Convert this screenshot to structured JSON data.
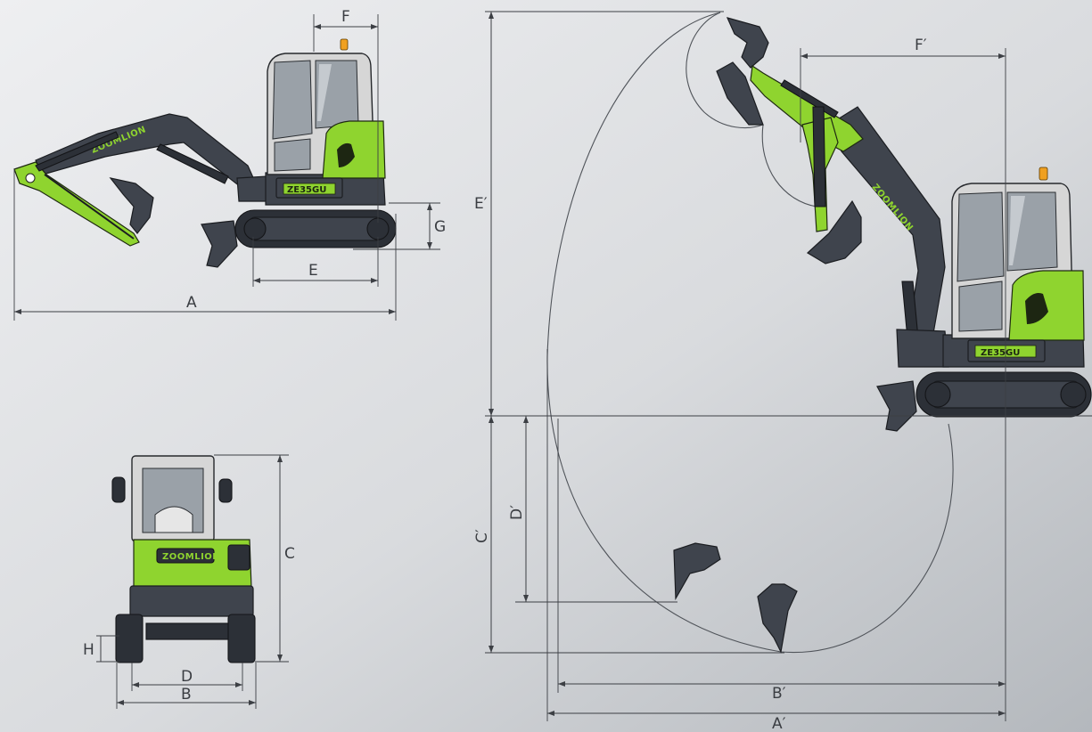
{
  "labels": {
    "A": "A",
    "B": "B",
    "C": "C",
    "D": "D",
    "E": "E",
    "F": "F",
    "G": "G",
    "H": "H",
    "A_prime": "A′",
    "B_prime": "B′",
    "C_prime": "C′",
    "D_prime": "D′",
    "E_prime": "E′",
    "F_prime": "F′"
  },
  "machine": {
    "brand": "ZOOMLION",
    "model": "ZE35GU"
  },
  "colors": {
    "background_light": "#ebecee",
    "background_dark": "#b7bbc0",
    "machine_green": "#8fd42f",
    "machine_dark": "#3f444d",
    "beacon": "#f0a020"
  }
}
